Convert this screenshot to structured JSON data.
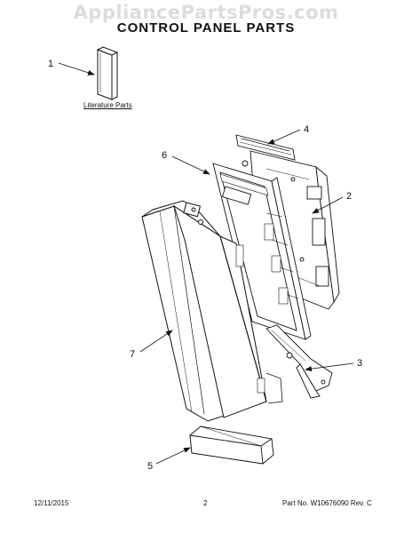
{
  "watermark": "AppliancePartsPros.com",
  "title": "CONTROL PANEL PARTS",
  "literature_label": "Literature Parts",
  "callouts": {
    "c1": "1",
    "c2": "2",
    "c3": "3",
    "c4": "4",
    "c5": "5",
    "c6": "6",
    "c7": "7"
  },
  "footer": {
    "date": "12/11/2015",
    "page": "2",
    "part": "Part No.  W10676090  Rev.  C"
  }
}
